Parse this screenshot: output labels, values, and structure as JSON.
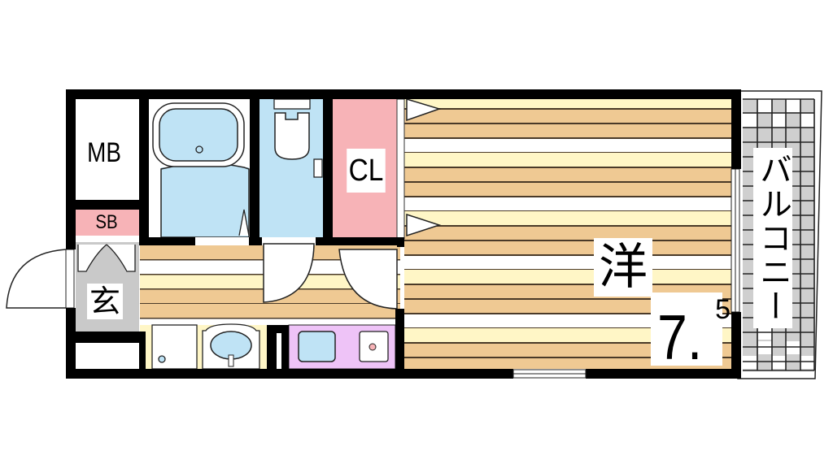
{
  "floorplan": {
    "rooms": {
      "meter_box": {
        "label": "MB"
      },
      "shoe_box": {
        "label": "SB"
      },
      "closet": {
        "label": "CL"
      },
      "entrance": {
        "label": "玄"
      },
      "western_room": {
        "label": "洋",
        "size_main": "7.",
        "size_sup": "5"
      },
      "balcony": {
        "label": "バルコニー"
      }
    },
    "colors": {
      "wall": "#000000",
      "bath_fill": "#bfe3f5",
      "closet_fill": "#f7b3b7",
      "kitchen_fill": "#eec3f7",
      "entrance_fill": "#c9c9c9",
      "floor_tan": "#efc993",
      "floor_light": "#fff6c6",
      "floor_white": "#ffffff",
      "balcony_gray": "#cfcfcf"
    }
  }
}
